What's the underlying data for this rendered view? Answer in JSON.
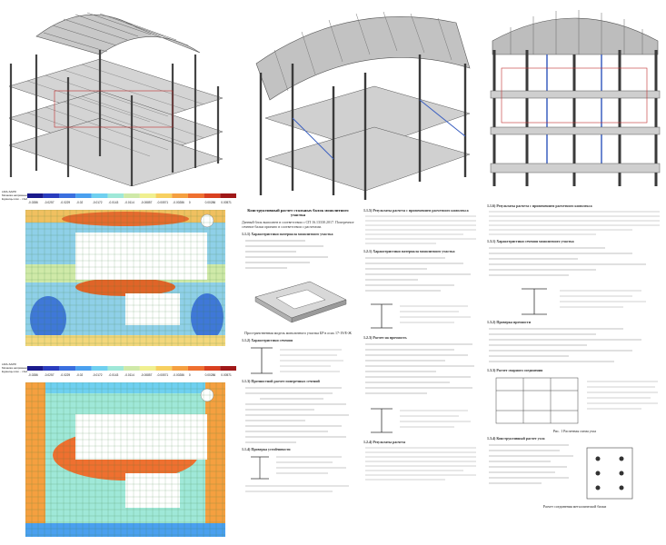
{
  "renders": {
    "left_title": "",
    "middle_title": "",
    "right_title": ""
  },
  "fe_plots": {
    "top_legend_lines": [
      "LIRA-SAPR",
      "Мозаика напряжений",
      "Единицы изм. - т/м2"
    ],
    "bottom_legend_lines": [
      "LIRA-SAPR",
      "Мозаика напряжений",
      "Единицы изм. - т/м2"
    ],
    "scale_values": [
      "-0.0286",
      "-0.0257",
      "-0.0229",
      "-0.02",
      "-0.0172",
      "-0.0143",
      "-0.0114",
      "-0.00857",
      "-0.00571",
      "-0.00286",
      "0",
      "0.00286",
      "0.00571"
    ],
    "scale_colors": [
      "#1a1a8c",
      "#2a3dbf",
      "#3a6fdf",
      "#4aa0ef",
      "#6fd0f0",
      "#9fe8d8",
      "#cfe9a8",
      "#f0f090",
      "#f7d060",
      "#f5a040",
      "#ef7030",
      "#d94020",
      "#a01818"
    ]
  },
  "doc_middle": {
    "title": "Конструктивный расчет стальных балок монолитного участка",
    "para1": "Данный блок выполнен в соответствии с СП 16.13330.2017. Поперечное сечение балки принято в соответствии с расчетами.",
    "section_1": "1.1.1) Характеристики материала монолитного участка",
    "section_2": "1.1.2) Характеристики сечения",
    "fig_caption": "Пространственная модель монолитного участка БР в осях 17-19/Е-Ж",
    "section_3": "1.1.3) Прочностной расчет поперечных сечений",
    "section_4": "1.1.4) Проверка устойчивости",
    "col2_title": "1.1.5) Результаты расчета с применением расчетного комплекса",
    "col2_section": "1.2.1) Характеристики материала монолитного участка",
    "col2_section_b": "1.2.3) Расчет на прочность",
    "col2_section_c": "1.2.4) Результаты расчета"
  },
  "doc_right": {
    "title": "1.1.6) Результаты расчета с применением расчетного комплекса",
    "section_1": "1.3.1) Характеристики сечения монолитного участка",
    "section_2": "1.3.2) Проверка прочности",
    "section_3": "1.3.3) Расчет сварного соединения",
    "fig_caption_1": "Рис. 1 Расчетная схема узла",
    "fig_caption_2": "Расчет соединения металлической балки",
    "section_4": "1.3.4) Конструктивный расчет узла"
  }
}
